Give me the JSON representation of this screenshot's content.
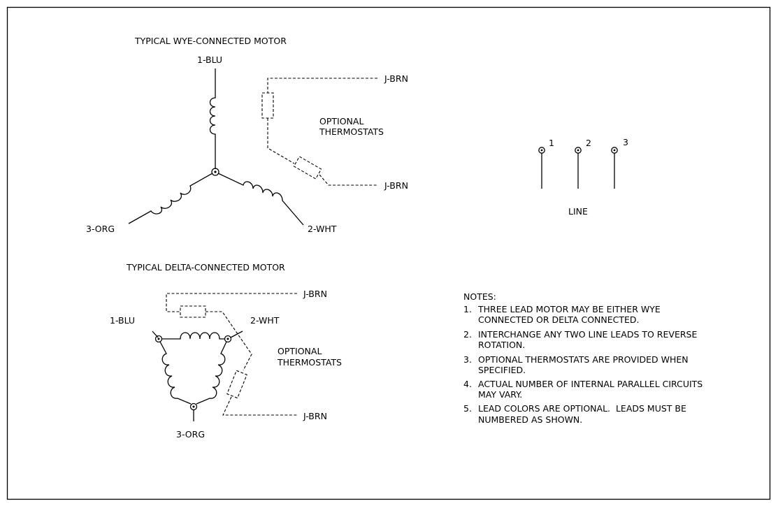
{
  "wye": {
    "title": "TYPICAL WYE-CONNECTED MOTOR",
    "lead1": "1-BLU",
    "lead2": "2-WHT",
    "lead3": "3-ORG",
    "jbrn_top": "J-BRN",
    "jbrn_bottom": "J-BRN",
    "thermo_line1": "OPTIONAL",
    "thermo_line2": "THERMOSTATS"
  },
  "delta": {
    "title": "TYPICAL DELTA-CONNECTED MOTOR",
    "lead1": "1-BLU",
    "lead2": "2-WHT",
    "lead3": "3-ORG",
    "jbrn_top": "J-BRN",
    "jbrn_bottom": "J-BRN",
    "thermo_line1": "OPTIONAL",
    "thermo_line2": "THERMOSTATS"
  },
  "line": {
    "terminal1": "1",
    "terminal2": "2",
    "terminal3": "3",
    "label": "LINE"
  },
  "notes": {
    "heading": "NOTES:",
    "items": [
      {
        "num": "1.",
        "line1": "THREE LEAD MOTOR MAY BE EITHER WYE",
        "line2": "CONNECTED OR DELTA CONNECTED."
      },
      {
        "num": "2.",
        "line1": "INTERCHANGE ANY TWO LINE LEADS TO REVERSE",
        "line2": "ROTATION."
      },
      {
        "num": "3.",
        "line1": "OPTIONAL THERMOSTATS ARE PROVIDED WHEN",
        "line2": "SPECIFIED."
      },
      {
        "num": "4.",
        "line1": "ACTUAL NUMBER OF INTERNAL PARALLEL CIRCUITS",
        "line2": "MAY VARY."
      },
      {
        "num": "5.",
        "line1": "LEAD COLORS ARE OPTIONAL.  LEADS MUST BE",
        "line2": "NUMBERED AS SHOWN."
      }
    ]
  }
}
